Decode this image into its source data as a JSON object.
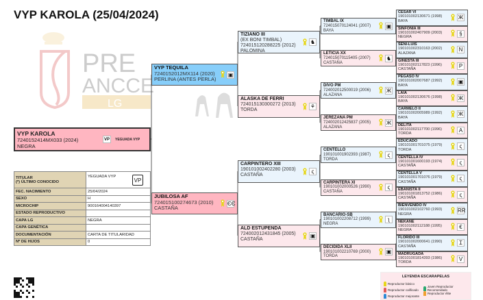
{
  "title": "VYP KAROLA (25/04/2024)",
  "watermark": {
    "logo_text_1": "PRE",
    "logo_text_2": "ANCCE",
    "logo_text_3": "LG"
  },
  "subject": {
    "name": "VYP KAROLA",
    "id": "7240152414MX033 (2024)",
    "color": "NEGRA",
    "breeder": "YEGUADA VYP",
    "brand": "VP"
  },
  "info": [
    {
      "label": "TITULAR\n(*) ÚLTIMO CONOCIDO",
      "value": "YEGUADA VYP"
    },
    {
      "label": "FEC. NACIMIENTO",
      "value": "25/04/2024"
    },
    {
      "label": "SEXO",
      "value": "H"
    },
    {
      "label": "MICROCHIP",
      "value": "900164004140397"
    },
    {
      "label": "ESTADO REPRODUCTIVO",
      "value": ""
    },
    {
      "label": "CAPA LG",
      "value": "NEGRA"
    },
    {
      "label": "CAPA GENÉTICA",
      "value": ""
    },
    {
      "label": "DOCUMENTACIÓN",
      "value": "CARTA DE TITULARIDAD"
    },
    {
      "label": "Nº DE HIJOS",
      "value": "0"
    }
  ],
  "gen1": [
    {
      "name": "VYP TEQUILA",
      "id": "7240152012MX114 (2020)",
      "color": "PERLINA (ANTES PERLA)",
      "brand": "▣"
    },
    {
      "name": "JUBILOSA AF",
      "id": "724015100274673 (2010)",
      "color": "CASTAÑA",
      "brand": "ЄЄ"
    }
  ],
  "gen2": [
    {
      "name": "TIZIANO III",
      "alias": "(EX BONI TIMBAL)",
      "id": "724015120288225 (2012)",
      "color": "PALOMINA",
      "brand": "♞"
    },
    {
      "name": "ALASKA DE FERRI",
      "id": "724015130300272 (2013)",
      "color": "TORDA",
      "brand": "⚘"
    },
    {
      "name": "CARPINTERO XIII",
      "id": "190101002402280 (2003)",
      "color": "CASTAÑA",
      "brand": "ς"
    },
    {
      "name": "ALD ESTUPENDA",
      "id": "724002012431845 (2005)",
      "color": "CASTAÑA",
      "brand": "▣"
    }
  ],
  "gen3": [
    {
      "name": "TIMBAL IX",
      "id": "724015070124041 (2007)",
      "color": "BAYA",
      "brand": "▣"
    },
    {
      "name": "LETICIA XX",
      "id": "724015070115405 (2007)",
      "color": "CASTAÑA",
      "brand": "♞"
    },
    {
      "name": "DIVO PM",
      "id": "724002012500019 (2006)",
      "color": "ALAZANA",
      "brand": "Ж"
    },
    {
      "name": "JEREZANA PM",
      "id": "724002012425837 (2005)",
      "color": "ALAZANA",
      "brand": "Ж"
    },
    {
      "name": "CENTELLO",
      "id": "190101001902393 (1987)",
      "color": "TORDA",
      "brand": "ς"
    },
    {
      "name": "CARPINTERA XI",
      "id": "190101002000526 (1990)",
      "color": "CASTAÑA",
      "brand": "ς"
    },
    {
      "name": "BANCARIO-SB",
      "id": "190101002208712 (1999)",
      "color": "NEGRA",
      "brand": "ʅ"
    },
    {
      "name": "DECIDIDA XLII",
      "id": "190101002210769 (2000)",
      "color": "TORDA",
      "brand": "▣"
    }
  ],
  "gen4": [
    {
      "name": "CESAR VI",
      "id": "190101002130671 (1998)",
      "color": "BAYA",
      "brand": "Ж"
    },
    {
      "name": "SINFONIA III",
      "id": "190101002407909 (2003)",
      "color": "NEGRA",
      "brand": "§"
    },
    {
      "name": "SENI-LUIS",
      "id": "190101002310163 (2002)",
      "color": "ALAZANA",
      "brand": "N"
    },
    {
      "name": "GINESTA III",
      "id": "190101002117823 (1996)",
      "color": "CASTAÑA",
      "brand": "P"
    },
    {
      "name": "PEGASO IV",
      "id": "190101002007687 (1992)",
      "color": "BAYA",
      "brand": "▣"
    },
    {
      "name": "LAIA",
      "id": "190101002130676 (1998)",
      "color": "BAYA",
      "brand": "Ж"
    },
    {
      "name": "CARMELO II",
      "id": "190101002005989 (1992)",
      "color": "BAYA",
      "brand": "Ж"
    },
    {
      "name": "DELITA",
      "id": "190101002117700 (1996)",
      "color": "TORDA",
      "brand": "A"
    },
    {
      "name": "EDUCADO",
      "id": "190101001701075 (1979)",
      "color": "TORDA",
      "brand": "ς"
    },
    {
      "name": "CENTELLA IV",
      "id": "190101001600193 (1974)",
      "color": "CASTAÑA",
      "brand": "ς"
    },
    {
      "name": "CENTELLA V",
      "id": "190101001701076 (1979)",
      "color": "CASTAÑA",
      "brand": "ς"
    },
    {
      "name": "EBANISTA II",
      "id": "190101001813752 (1986)",
      "color": "CASTAÑA",
      "brand": "ς"
    },
    {
      "name": "BIENVENIDO IV",
      "id": "190101002102760 (1993)",
      "color": "NEGRA",
      "brand": "RR"
    },
    {
      "name": "NEKANE",
      "id": "190101002112188 (1995)",
      "color": "NEGRA",
      "brand": "€"
    },
    {
      "name": "FLORIDO III",
      "id": "190101002000641 (1990)",
      "color": "CASTAÑA",
      "brand": "Ɪ"
    },
    {
      "name": "MADRUGADA",
      "id": "190101001814393 (1986)",
      "color": "TORDA",
      "brand": "V"
    }
  ],
  "legend": {
    "title": "LEYENDA ESCARAPELAS",
    "items": [
      {
        "label": "Reproductor básico",
        "color": "#e6d619"
      },
      {
        "label": "Reproductor calificado",
        "color": "#e05a5a"
      },
      {
        "label": "Reproductor mejorante",
        "color": "#2a8ad6"
      },
      {
        "label": "Joven Reproductor Recomendado",
        "color": "#2aa870"
      },
      {
        "label": "Reproductor élite",
        "color": "#f0a030"
      }
    ]
  },
  "colors": {
    "male": "#eaf4fc",
    "female": "#fde8ec",
    "sire": "#87cefa",
    "subject": "#ffb6c1",
    "label_col": "#e0d4b4"
  }
}
